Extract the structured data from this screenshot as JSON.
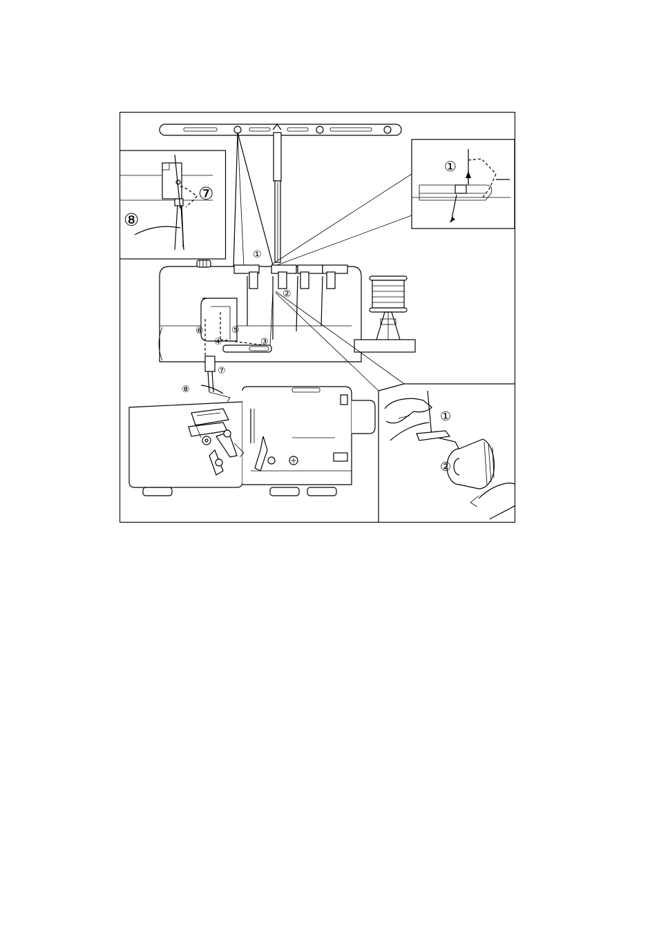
{
  "callouts": {
    "main": [
      "①",
      "②",
      "③",
      "④",
      "⑤",
      "⑥",
      "⑦",
      "⑧"
    ],
    "needle_inset": [
      "⑦",
      "⑧"
    ],
    "guide_inset": [
      "①"
    ],
    "hand_inset": [
      "①",
      "②"
    ]
  },
  "colors": {
    "line": "#000000",
    "background": "#ffffff"
  }
}
